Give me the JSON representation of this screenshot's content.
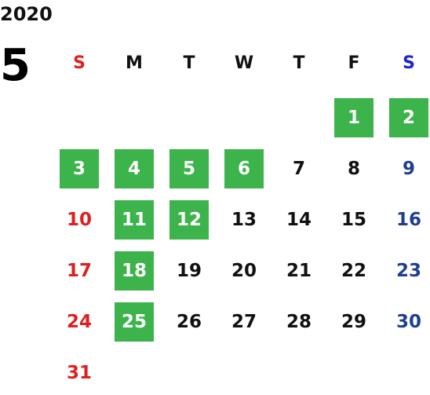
{
  "calendar": {
    "year": "2020",
    "month": "5",
    "weekdays": [
      {
        "label": "S",
        "kind": "sun"
      },
      {
        "label": "M",
        "kind": "wd"
      },
      {
        "label": "T",
        "kind": "wd"
      },
      {
        "label": "W",
        "kind": "wd"
      },
      {
        "label": "T",
        "kind": "wd"
      },
      {
        "label": "F",
        "kind": "wd"
      },
      {
        "label": "S",
        "kind": "sat"
      }
    ],
    "first_weekday_index": 5,
    "days_in_month": 31,
    "highlighted_days": [
      1,
      2,
      3,
      4,
      5,
      6,
      11,
      12,
      18,
      25
    ],
    "colors": {
      "highlight_bg": "#3cb44b",
      "highlight_text": "#ffffff",
      "sunday": "#e02020",
      "saturday_header": "#1f25c9",
      "saturday": "#1f3f8f",
      "weekday": "#111111"
    }
  }
}
